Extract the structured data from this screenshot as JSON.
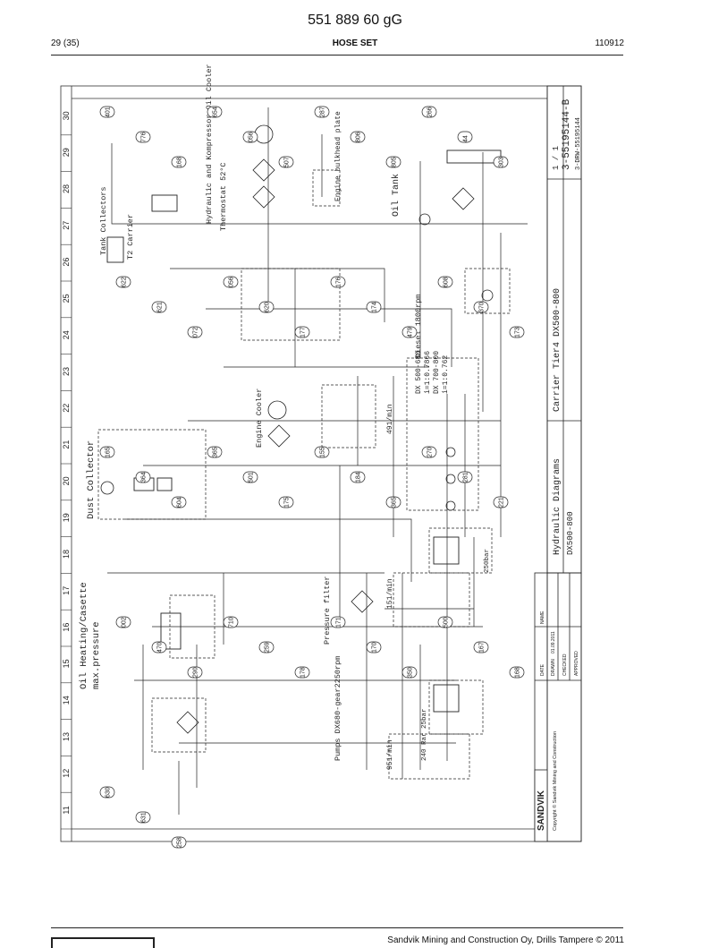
{
  "header": {
    "document_number": "551 889 60 gG",
    "page": "29 (35)",
    "section": "HOSE SET",
    "code": "110912"
  },
  "footer": {
    "copyright": "Sandvik Mining and Construction Oy, Drills Tampere © 2011"
  },
  "drawing": {
    "column_numbers": [
      "11",
      "12",
      "13",
      "14",
      "15",
      "16",
      "17",
      "18",
      "19",
      "20",
      "21",
      "22",
      "23",
      "24",
      "25",
      "26",
      "27",
      "28",
      "29",
      "30"
    ],
    "labels": {
      "oil_heating": "Oil Heating/Casette",
      "max_pressure": "max.pressure",
      "dust_collector": "Dust Collector",
      "tank_collectors": "Tank Collectors",
      "t2_carrier": "T2 Carrier",
      "hydraulic_oil_cooler": "Hydraulic and Kompressor Oil Cooler",
      "thermostat": "Thermostat 52°C",
      "engine_bulkhead": "Engine bulkhead plate",
      "oil_tank": "Oil Tank",
      "engine_cooler": "Engine Cooler",
      "pressure_filter": "Pressure filter",
      "diesel_rpm": "Diesel 1800rpm",
      "pumps_rpm": "Pumps DX680-gear2250rpm",
      "gear_ratio_1": "DX 500-680",
      "gear_ratio_2": "i=1:0.7866",
      "gear_ratio_3": "DX 700-800",
      "gear_ratio_4": "i=1:0.762",
      "flow_1": "151/min",
      "flow_2": "951/min",
      "flow_3": "491/min",
      "bar_250": "250bar",
      "bar_240": "240 Rar 25bar",
      "hose_numbers": [
        "401",
        "776",
        "168",
        "654",
        "056",
        "507",
        "287",
        "806",
        "805",
        "266",
        "44",
        "303",
        "622",
        "621",
        "072",
        "056",
        "620",
        "177",
        "176",
        "174",
        "479",
        "608",
        "370",
        "173",
        "165",
        "364",
        "604",
        "365",
        "501",
        "175",
        "155",
        "184",
        "365",
        "270",
        "281",
        "221",
        "002",
        "470",
        "290",
        "710",
        "259",
        "178",
        "171",
        "170",
        "350",
        "500",
        "167",
        "168",
        "630",
        "631",
        "258"
      ]
    },
    "title_block": {
      "company": "SANDVIK",
      "copyright": "Copyright © Sandvik Mining and Construction",
      "title_1": "Carrier Tier4 DX500-800",
      "title_2": "Hydraulic Diagrams",
      "title_3": "DX500-800",
      "sheet": "1 / 1",
      "drawing_number": "3-55195144-B",
      "reference": "3-DRW-55195144",
      "col_date": "DATE",
      "col_name": "NAME",
      "row_drawn": "DRAWN",
      "row_checked": "CHECKED",
      "row_approved": "APPROVED",
      "drawn_date": "01.09.2011"
    }
  }
}
